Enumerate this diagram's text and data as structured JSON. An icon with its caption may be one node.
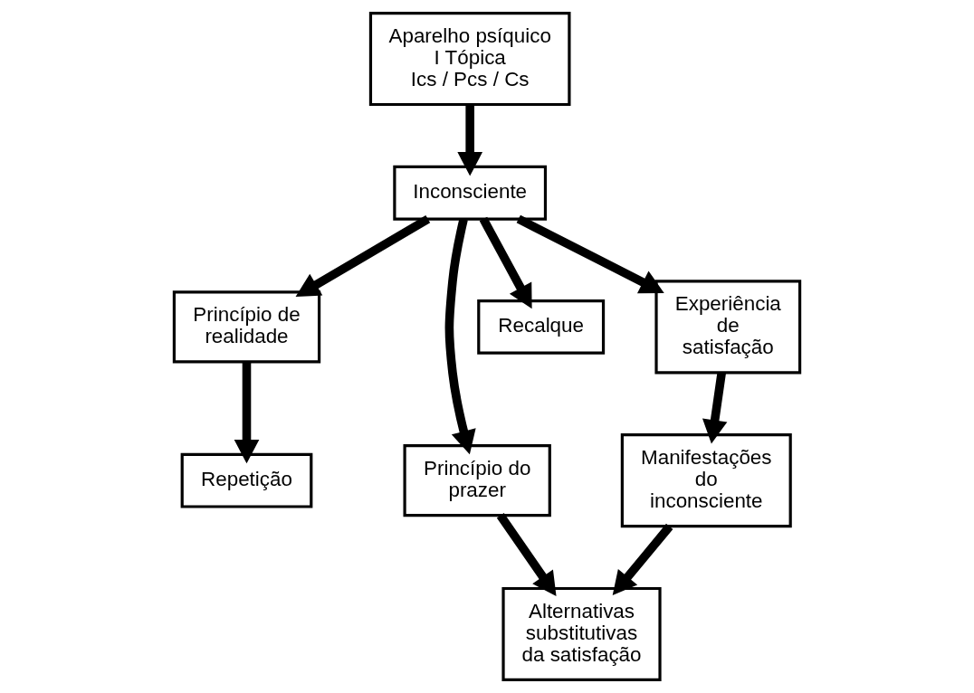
{
  "diagram": {
    "nodes": [
      {
        "text": [
          "Aparelho psíquico",
          "I Tópica",
          "Ics / Pcs / Cs"
        ]
      },
      {
        "text": [
          "Inconsciente"
        ]
      },
      {
        "text": [
          "Princípio de realidade"
        ]
      },
      {
        "text": [
          "Princípio do prazer"
        ]
      },
      {
        "text": [
          "Recalque"
        ]
      },
      {
        "text": [
          "Experiência de satisfação"
        ]
      },
      {
        "text": [
          "Repetição"
        ]
      },
      {
        "text": [
          "Manifestações do inconsciente"
        ]
      },
      {
        "text": [
          "Alternativas substitutivas da satisfação"
        ]
      }
    ],
    "edges": [
      {
        "from": 0,
        "to": 1,
        "arrow": "to"
      },
      {
        "from": 1,
        "to": 2,
        "arrow": "to"
      },
      {
        "from": 1,
        "to": 3,
        "arrow": "to"
      },
      {
        "from": 1,
        "to": 4,
        "arrow": "to"
      },
      {
        "from": 1,
        "to": 5,
        "arrow": "to"
      },
      {
        "from": 2,
        "to": 6,
        "arrow": "to"
      },
      {
        "from": 5,
        "to": 7,
        "arrow": "to"
      },
      {
        "from": 3,
        "to": 8,
        "arrow": "to"
      },
      {
        "from": 7,
        "to": 8,
        "arrow": "to"
      }
    ]
  }
}
